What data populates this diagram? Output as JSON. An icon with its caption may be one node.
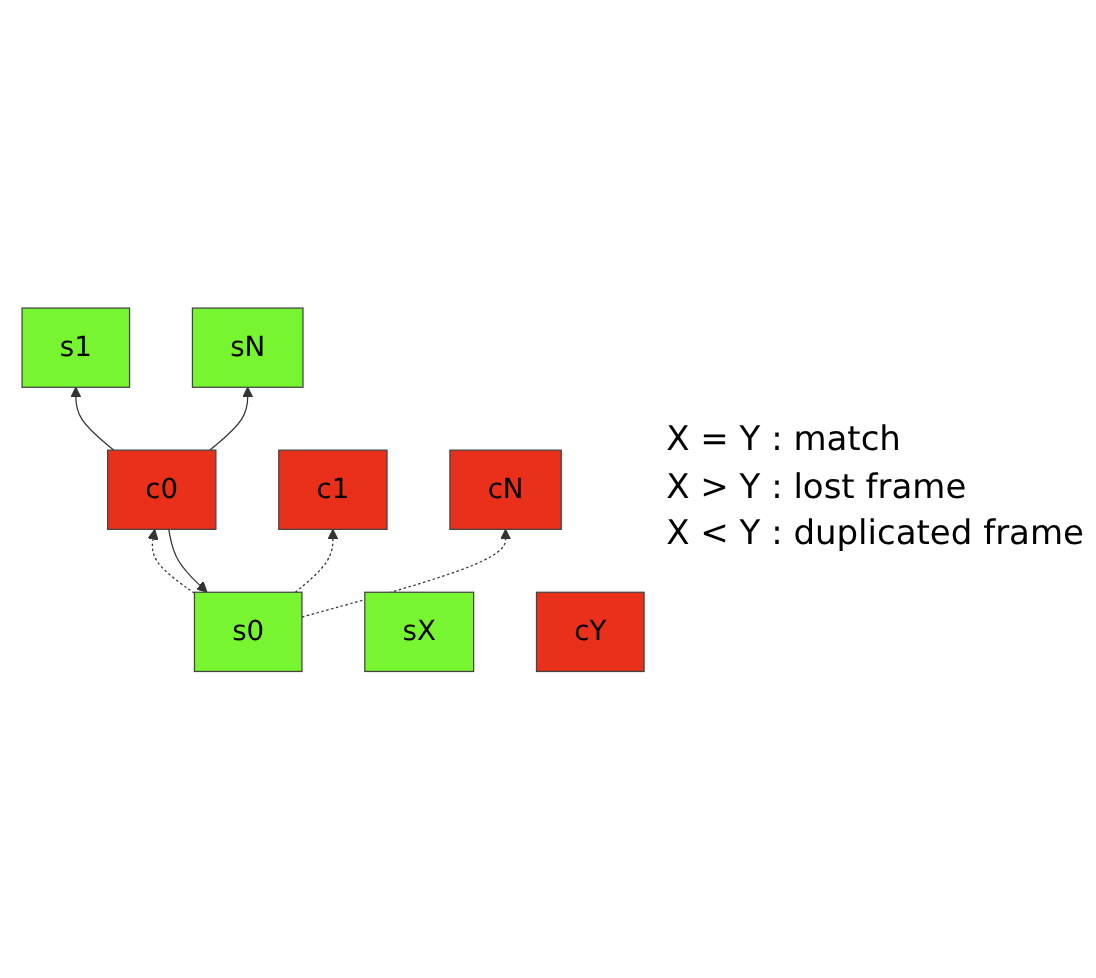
{
  "diagram": {
    "nodes": [
      {
        "text": [
          "s0"
        ]
      },
      {
        "text": [
          "s1"
        ]
      },
      {
        "text": [
          "sN"
        ]
      },
      {
        "text": [
          "c0"
        ]
      },
      {
        "text": [
          "c1"
        ]
      },
      {
        "text": [
          "cN"
        ]
      },
      {
        "text": [
          "sX"
        ]
      },
      {
        "text": [
          "cY"
        ]
      }
    ],
    "edges": [
      {
        "from": 3,
        "to": 0,
        "arrow": "to"
      },
      {
        "from": 3,
        "to": 1,
        "arrow": "to"
      },
      {
        "from": 3,
        "to": 2,
        "arrow": "to"
      },
      {
        "from": 0,
        "to": 3,
        "arrow": "to",
        "style": "dashed"
      },
      {
        "from": 0,
        "to": 4,
        "arrow": "to",
        "style": "dashed"
      },
      {
        "from": 0,
        "to": 5,
        "arrow": "to",
        "style": "dashed"
      }
    ],
    "labels": [
      "X = Y : match",
      "X > Y : lost frame",
      "X < Y : duplicated frame"
    ]
  }
}
